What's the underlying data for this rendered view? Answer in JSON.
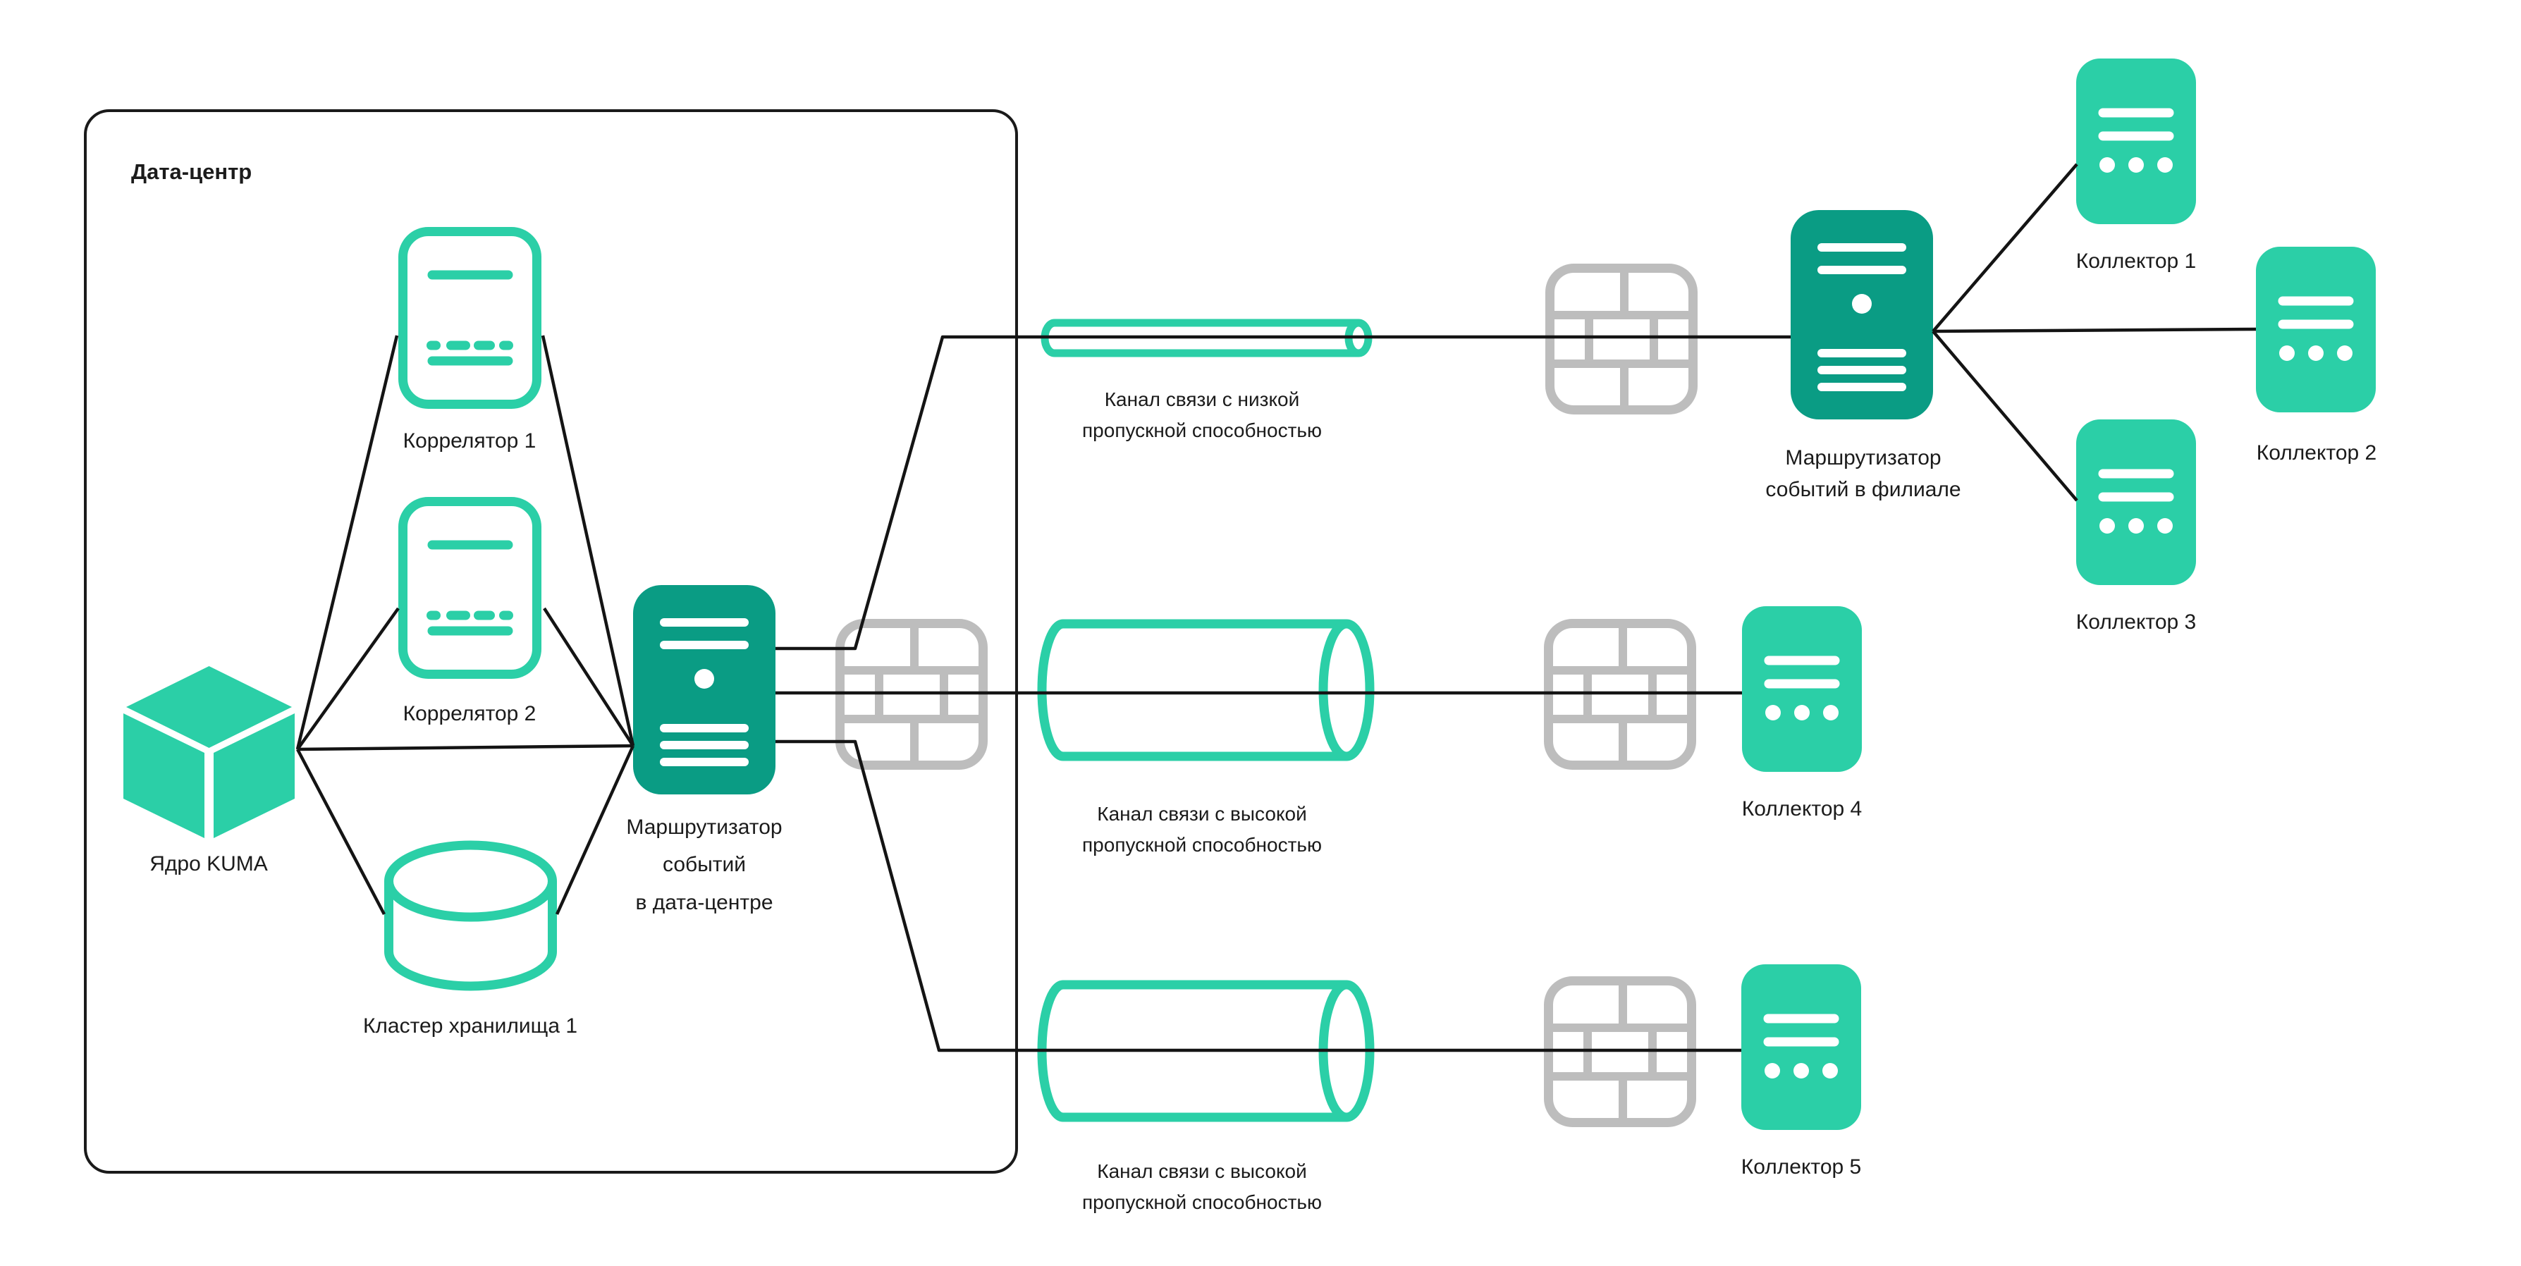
{
  "colors": {
    "background": "#ffffff",
    "teal": "#2bcfa7",
    "teal_dark": "#0a9c84",
    "gray": "#bdbdbd",
    "line": "#141414",
    "text": "#1b1b1b"
  },
  "datacenter": {
    "label": "Дата-центр"
  },
  "nodes": {
    "correlator1": {
      "label": "Коррелятор 1",
      "icon": "correlator-icon"
    },
    "correlator2": {
      "label": "Коррелятор 2",
      "icon": "correlator-icon"
    },
    "kuma_core": {
      "label": "Ядро KUMA",
      "icon": "cube-icon"
    },
    "storage_cluster": {
      "label": "Кластер хранилища 1",
      "icon": "storage-drum-icon"
    },
    "router_dc": {
      "label_lines": [
        "Маршрутизатор",
        "событий",
        "в дата-центре"
      ],
      "icon": "server-router-icon"
    },
    "router_branch": {
      "label_lines": [
        "Маршрутизатор",
        "событий в филиале"
      ],
      "icon": "server-router-icon"
    },
    "channel_low": {
      "label_lines": [
        "Канал связи с низкой",
        "пропускной способностью"
      ],
      "icon": "pipe-thin-icon"
    },
    "channel_high_mid": {
      "label_lines": [
        "Канал связи с высокой",
        "пропускной способностью"
      ],
      "icon": "pipe-wide-icon"
    },
    "channel_high_bottom": {
      "label_lines": [
        "Канал связи с высокой",
        "пропускной способностью"
      ],
      "icon": "pipe-wide-icon"
    },
    "firewall1": {
      "icon": "firewall-icon"
    },
    "firewall2": {
      "icon": "firewall-icon"
    },
    "firewall3": {
      "icon": "firewall-icon"
    },
    "firewall4": {
      "icon": "firewall-icon"
    },
    "collector1": {
      "label": "Коллектор 1",
      "icon": "collector-icon"
    },
    "collector2": {
      "label": "Коллектор 2",
      "icon": "collector-icon"
    },
    "collector3": {
      "label": "Коллектор 3",
      "icon": "collector-icon"
    },
    "collector4": {
      "label": "Коллектор 4",
      "icon": "collector-icon"
    },
    "collector5": {
      "label": "Коллектор 5",
      "icon": "collector-icon"
    }
  }
}
